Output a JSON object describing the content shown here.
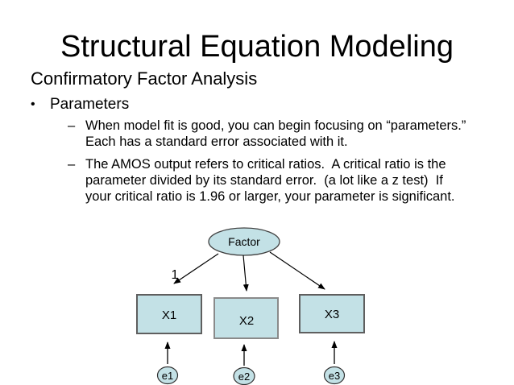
{
  "slide": {
    "title": "Structural Equation Modeling",
    "subtitle": "Confirmatory Factor Analysis",
    "bullet_marker": "•",
    "bullet": "Parameters",
    "dash_marker": "–",
    "sub_bullets": [
      "When model fit is good, you can begin focusing on “parameters.”\nEach has a standard error associated with it.",
      "The AMOS output refers to critical ratios.  A critical ratio is the\nparameter divided by its standard error.  (a lot like a z test)  If\nyour critical ratio is 1.96 or larger, your parameter is significant."
    ]
  },
  "diagram": {
    "factor_label": "Factor",
    "loading_label": "1",
    "indicators": {
      "x1": "X1",
      "x2": "X2",
      "x3": "X3"
    },
    "errors": {
      "e1": "e1",
      "e2": "e2",
      "e3": "e3"
    },
    "colors": {
      "shape_fill": "#c3e1e6",
      "ellipse_border": "#404040",
      "box_border": "#5f5f5f",
      "arrow": "#000000",
      "text": "#000000",
      "background": "#ffffff"
    }
  }
}
